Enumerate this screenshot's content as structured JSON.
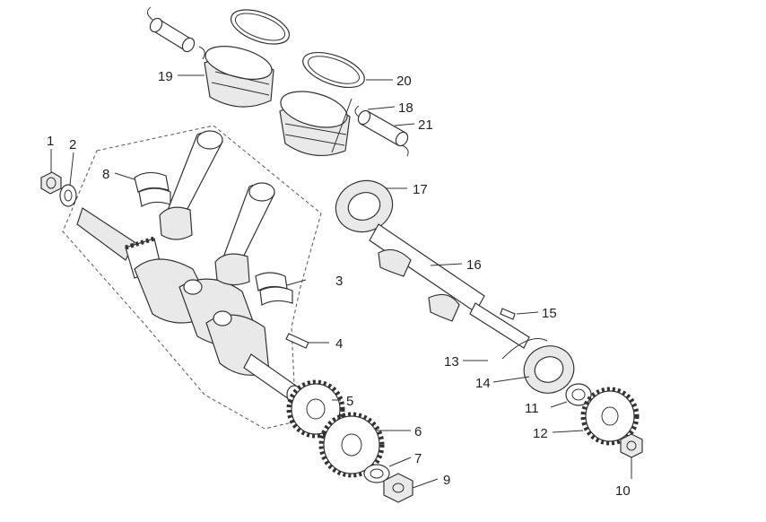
{
  "diagram": {
    "callouts": [
      {
        "id": "1",
        "label": "1"
      },
      {
        "id": "2",
        "label": "2"
      },
      {
        "id": "3",
        "label": "3"
      },
      {
        "id": "4",
        "label": "4"
      },
      {
        "id": "5",
        "label": "5"
      },
      {
        "id": "6",
        "label": "6"
      },
      {
        "id": "7",
        "label": "7"
      },
      {
        "id": "8",
        "label": "8"
      },
      {
        "id": "9",
        "label": "9"
      },
      {
        "id": "10",
        "label": "10"
      },
      {
        "id": "11",
        "label": "11"
      },
      {
        "id": "12",
        "label": "12"
      },
      {
        "id": "13",
        "label": "13"
      },
      {
        "id": "14",
        "label": "14"
      },
      {
        "id": "15",
        "label": "15"
      },
      {
        "id": "16",
        "label": "16"
      },
      {
        "id": "17",
        "label": "17"
      },
      {
        "id": "18",
        "label": "18"
      },
      {
        "id": "19",
        "label": "19"
      },
      {
        "id": "20",
        "label": "20"
      },
      {
        "id": "21",
        "label": "21"
      }
    ]
  }
}
